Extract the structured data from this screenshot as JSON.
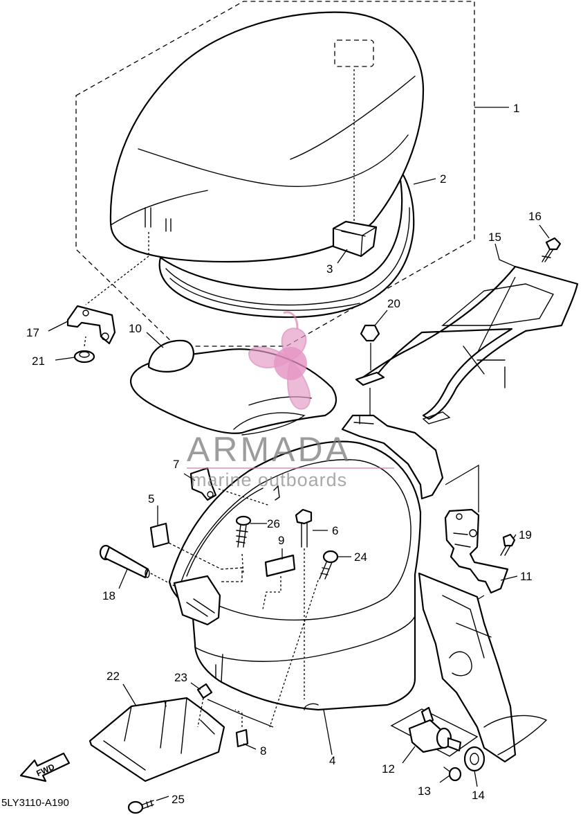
{
  "diagram": {
    "code": "5LY3110-A190",
    "fwd_label": "FWD",
    "watermark": {
      "brand": "ARMADA",
      "tagline": "marine outboards",
      "color": "#e59bc4"
    },
    "callouts": [
      {
        "id": "1",
        "label": "1"
      },
      {
        "id": "2",
        "label": "2"
      },
      {
        "id": "3",
        "label": "3"
      },
      {
        "id": "4",
        "label": "4"
      },
      {
        "id": "5",
        "label": "5"
      },
      {
        "id": "6",
        "label": "6"
      },
      {
        "id": "7",
        "label": "7"
      },
      {
        "id": "8",
        "label": "8"
      },
      {
        "id": "9",
        "label": "9"
      },
      {
        "id": "10",
        "label": "10"
      },
      {
        "id": "11",
        "label": "11"
      },
      {
        "id": "12",
        "label": "12"
      },
      {
        "id": "13",
        "label": "13"
      },
      {
        "id": "14",
        "label": "14"
      },
      {
        "id": "15",
        "label": "15"
      },
      {
        "id": "16",
        "label": "16"
      },
      {
        "id": "17",
        "label": "17"
      },
      {
        "id": "18",
        "label": "18"
      },
      {
        "id": "19",
        "label": "19"
      },
      {
        "id": "20",
        "label": "20"
      },
      {
        "id": "21",
        "label": "21"
      },
      {
        "id": "22",
        "label": "22"
      },
      {
        "id": "23",
        "label": "23"
      },
      {
        "id": "24",
        "label": "24"
      },
      {
        "id": "25",
        "label": "25"
      },
      {
        "id": "26",
        "label": "26"
      }
    ]
  }
}
